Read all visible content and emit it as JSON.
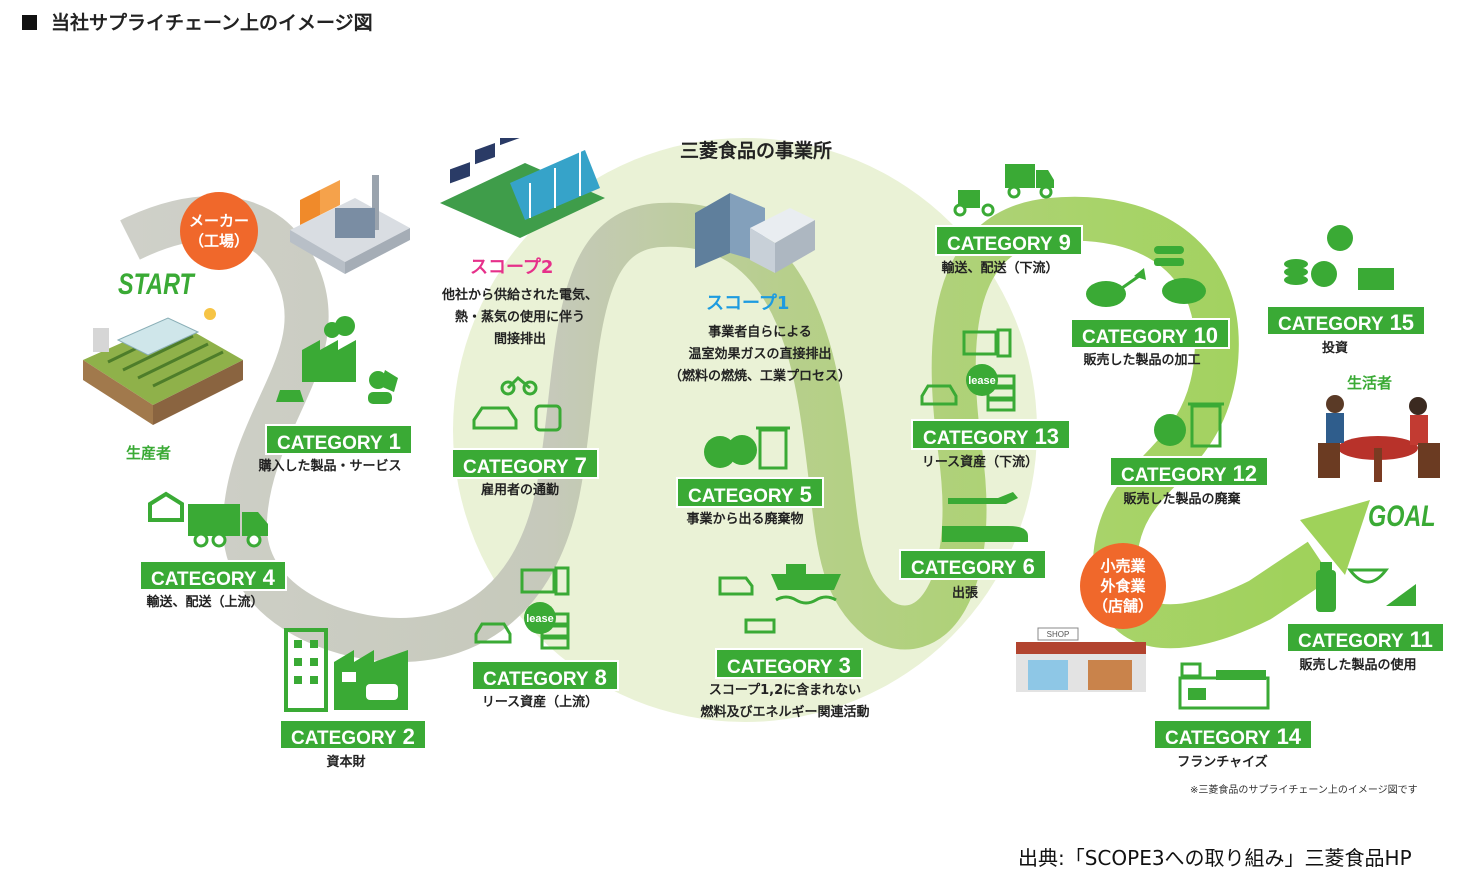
{
  "title": "当社サプライチェーン上のイメージ図",
  "center_label": "三菱食品の事業所",
  "start_label": "START",
  "goal_label": "GOAL",
  "producer_label": "生産者",
  "consumer_label": "生活者",
  "maker_bubble": {
    "line1": "メーカー",
    "line2": "（工場）"
  },
  "retail_bubble": {
    "line1": "小売業",
    "line2": "外食業",
    "line3": "（店舗）"
  },
  "scope2": {
    "title": "スコープ2",
    "line1": "他社から供給された電気、",
    "line2": "熱・蒸気の使用に伴う",
    "line3": "間接排出"
  },
  "scope1": {
    "title": "スコープ1",
    "line1": "事業者自らによる",
    "line2": "温室効果ガスの直接排出",
    "line3": "（燃料の燃焼、工業プロセス）"
  },
  "categories": {
    "c1": {
      "label": "CATEGORY",
      "num": "1",
      "caption": "購入した製品・サービス"
    },
    "c2": {
      "label": "CATEGORY",
      "num": "2",
      "caption": "資本財"
    },
    "c3": {
      "label": "CATEGORY",
      "num": "3",
      "caption1": "スコープ1,2に含まれない",
      "caption2": "燃料及びエネルギー関連活動"
    },
    "c4": {
      "label": "CATEGORY",
      "num": "4",
      "caption": "輸送、配送（上流）"
    },
    "c5": {
      "label": "CATEGORY",
      "num": "5",
      "caption": "事業から出る廃棄物"
    },
    "c6": {
      "label": "CATEGORY",
      "num": "6",
      "caption": "出張"
    },
    "c7": {
      "label": "CATEGORY",
      "num": "7",
      "caption": "雇用者の通勤"
    },
    "c8": {
      "label": "CATEGORY",
      "num": "8",
      "caption": "リース資産（上流）"
    },
    "c9": {
      "label": "CATEGORY",
      "num": "9",
      "caption": "輸送、配送（下流）"
    },
    "c10": {
      "label": "CATEGORY",
      "num": "10",
      "caption": "販売した製品の加工"
    },
    "c11": {
      "label": "CATEGORY",
      "num": "11",
      "caption": "販売した製品の使用"
    },
    "c12": {
      "label": "CATEGORY",
      "num": "12",
      "caption": "販売した製品の廃棄"
    },
    "c13": {
      "label": "CATEGORY",
      "num": "13",
      "caption": "リース資産（下流）"
    },
    "c14": {
      "label": "CATEGORY",
      "num": "14",
      "caption": "フランチャイズ"
    },
    "c15": {
      "label": "CATEGORY",
      "num": "15",
      "caption": "投資"
    }
  },
  "lease_text": "lease",
  "shop_text": "SHOP",
  "note": "※三菱食品のサプライチェーン上のイメージ図です",
  "source": "出典:「SCOPE3への取り組み」三菱食品HP",
  "colors": {
    "green": "#3aaa35",
    "light_green": "#e9f2d3",
    "path_gray": "#c9cbc4",
    "orange": "#f0682b",
    "pink": "#e6308a",
    "blue": "#1d9be0"
  }
}
